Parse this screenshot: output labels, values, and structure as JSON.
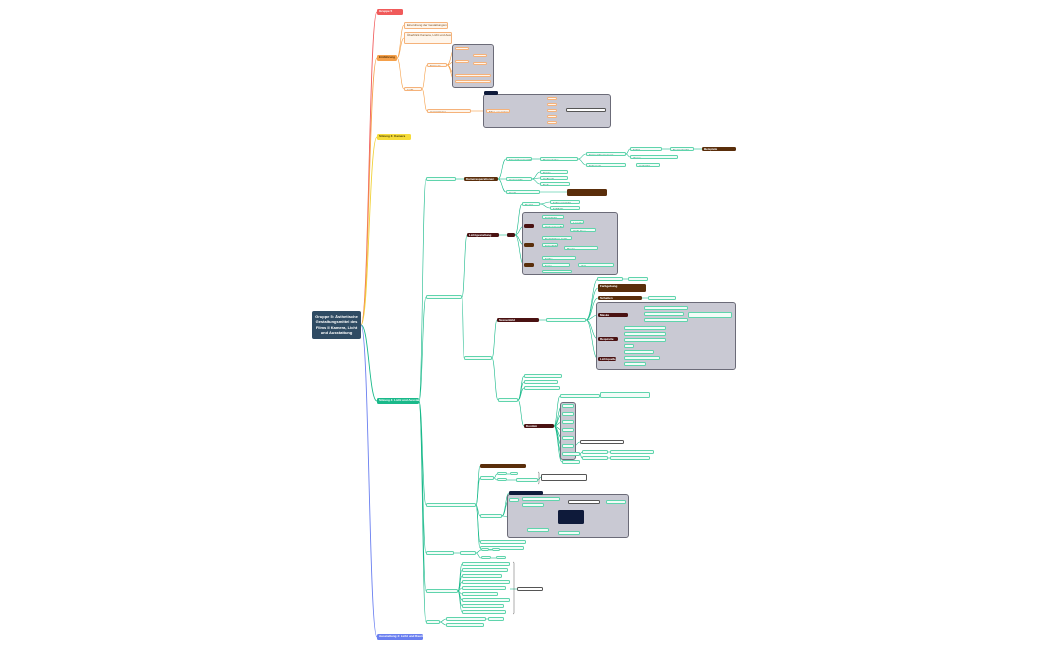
{
  "root": {
    "label": "Gruppe 5: Ästhetische Gestaltungsmittel des Films II Kamera, Licht und Ausstattung"
  },
  "branches": [
    {
      "label": "Gruppe 5"
    },
    {
      "label": "Einführung"
    },
    {
      "label": "Sitzung 3: Kamera"
    },
    {
      "label": "Sitzung 4: Licht und Ausstattung"
    },
    {
      "label": "Ausstattung 4: Licht und Raum"
    }
  ],
  "orange_leaves": [
    {
      "label": "Einordnung der Gestaltungsmittel im Film"
    },
    {
      "label": "Überblick Kamera, Licht und Ausstattung"
    },
    {
      "label": "Kamera"
    },
    {
      "label": "Licht"
    },
    {
      "label": "Ausstattung"
    },
    {
      "label": "Mise-en-scène"
    }
  ],
  "dark_labels": [
    {
      "label": "Kameraoperationen"
    },
    {
      "label": "Lichtgestaltung"
    },
    {
      "label": "Szenenbild"
    },
    {
      "label": "Kostüm"
    },
    {
      "label": "Maske"
    },
    {
      "label": "Requisite"
    },
    {
      "label": "Lichtquellen"
    },
    {
      "label": "Farbgebung"
    },
    {
      "label": "Schatten"
    },
    {
      "label": "Beispiele"
    }
  ],
  "green_leaves": [
    {
      "label": "Einstellungsgrößen"
    },
    {
      "label": "Perspektive"
    },
    {
      "label": "Kamerabewegung"
    },
    {
      "label": "Schwenk"
    },
    {
      "label": "Fahrt"
    },
    {
      "label": "Zoom"
    },
    {
      "label": "Normalsicht"
    },
    {
      "label": "Aufsicht"
    },
    {
      "label": "Untersicht"
    },
    {
      "label": "Totale"
    },
    {
      "label": "Halbnah"
    },
    {
      "label": "Nah"
    },
    {
      "label": "Groß"
    },
    {
      "label": "Detail"
    },
    {
      "label": "Führungslicht"
    },
    {
      "label": "Fülllicht"
    },
    {
      "label": "Spitzlicht"
    },
    {
      "label": "Hintergrundlicht"
    },
    {
      "label": "Low-Key"
    },
    {
      "label": "High-Key"
    },
    {
      "label": "Natürliches Licht"
    },
    {
      "label": "Künstliches Licht"
    },
    {
      "label": "Raum"
    },
    {
      "label": "Farbe"
    },
    {
      "label": "Form"
    },
    {
      "label": "Zeit"
    }
  ]
}
